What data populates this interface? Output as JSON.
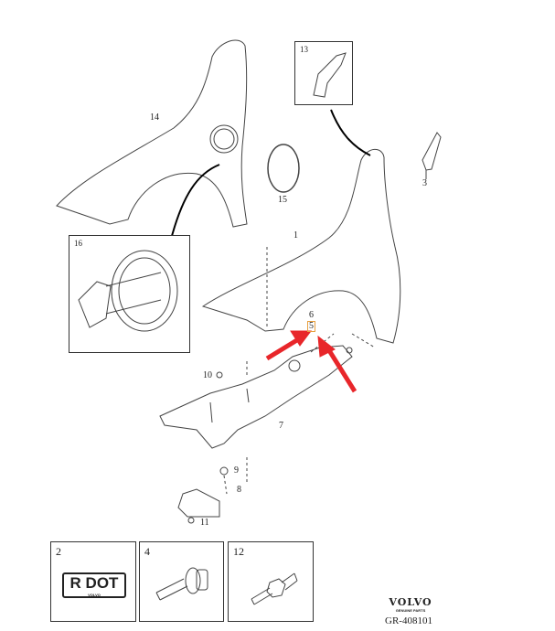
{
  "callouts": {
    "c1": "1",
    "c3": "3",
    "c5": "5",
    "c6": "6",
    "c7": "7",
    "c8": "8",
    "c9": "9",
    "c10": "10",
    "c11": "11",
    "c14": "14",
    "c15": "15"
  },
  "detail_boxes": {
    "b13": "13",
    "b16": "16"
  },
  "parts_boxes": [
    {
      "number": "2",
      "label": "R DOT",
      "sublabel": "VOLVO"
    },
    {
      "number": "4"
    },
    {
      "number": "12"
    }
  ],
  "brand": {
    "name": "VOLVO",
    "tagline": "GENUINE PARTS",
    "code": "GR-408101"
  },
  "colors": {
    "arrow": "#e8262a",
    "highlight": "#e8a040",
    "line": "#333333"
  }
}
